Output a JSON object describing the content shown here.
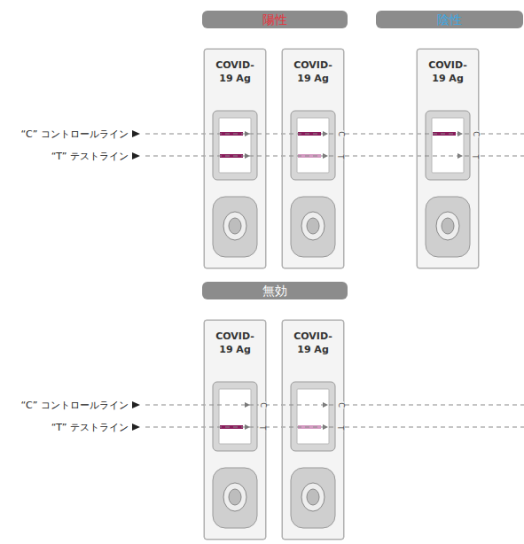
{
  "diagram": {
    "nodes": [
      {
        "text": [
          "陽性"
        ]
      },
      {
        "text": [
          "陰性"
        ]
      },
      {
        "text": [
          "COVID-19 Ag"
        ]
      },
      {
        "text": [
          "COVID-19 Ag"
        ]
      },
      {
        "text": [
          "COVID-19 Ag"
        ]
      },
      {
        "text": [
          "無効"
        ]
      },
      {
        "text": [
          "COVID-19 Ag"
        ]
      },
      {
        "text": [
          "COVID-19 Ag"
        ]
      }
    ],
    "labels": [
      "“C” コントロールライン",
      "“T” テストライン",
      "C",
      "T",
      "C",
      "T",
      "“C” コントロールライン",
      "“T” テストライン",
      "C",
      "T",
      "C",
      "T"
    ]
  }
}
